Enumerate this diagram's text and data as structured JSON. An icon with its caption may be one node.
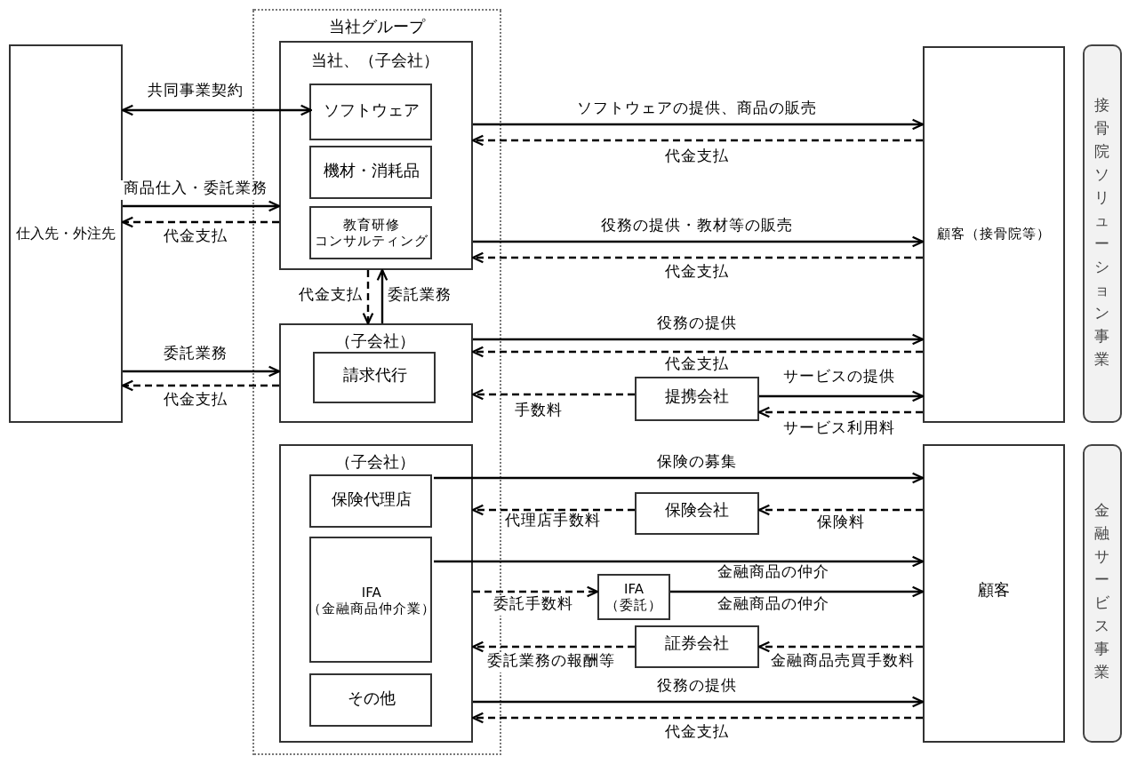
{
  "diagram": {
    "nodes": [
      {
        "text": [
          "仕入先・外注先"
        ]
      },
      {
        "text": [
          "当社グループ"
        ]
      },
      {
        "text": [
          "当社、（子会社）"
        ],
        "in": 1
      },
      {
        "text": [
          "ソフトウェア"
        ],
        "in": 2
      },
      {
        "text": [
          "機材・消耗品"
        ],
        "in": 2
      },
      {
        "text": [
          "教育研修コンサルティング"
        ],
        "in": 2
      },
      {
        "text": [
          "（子会社）"
        ],
        "in": 1
      },
      {
        "text": [
          "請求代行"
        ],
        "in": 6
      },
      {
        "text": [
          "（子会社）"
        ],
        "in": 1
      },
      {
        "text": [
          "保険代理店"
        ],
        "in": 8
      },
      {
        "text": [
          "IFA（金融商品仲介業）"
        ],
        "in": 8
      },
      {
        "text": [
          "その他"
        ],
        "in": 8
      },
      {
        "text": [
          "顧客（接骨院等）"
        ]
      },
      {
        "text": [
          "提携会社"
        ]
      },
      {
        "text": [
          "顧客"
        ]
      },
      {
        "text": [
          "保険会社"
        ]
      },
      {
        "text": [
          "IFA（委託）"
        ]
      },
      {
        "text": [
          "証券会社"
        ]
      },
      {
        "text": [
          "接骨院ソリューション事業"
        ]
      },
      {
        "text": [
          "金融サービス事業"
        ]
      }
    ],
    "edges": [
      {
        "from": 0,
        "to": 3,
        "arrow": "both",
        "label": "共同事業契約"
      },
      {
        "from": 0,
        "to": 2,
        "arrow": "to",
        "label": "商品仕入・委託業務"
      },
      {
        "from": 2,
        "to": 0,
        "arrow": "to",
        "style": "dashed",
        "label": "代金支払"
      },
      {
        "from": 2,
        "to": 12,
        "arrow": "to",
        "label": "ソフトウェアの提供、商品の販売"
      },
      {
        "from": 12,
        "to": 2,
        "arrow": "to",
        "style": "dashed",
        "label": "代金支払"
      },
      {
        "from": 2,
        "to": 12,
        "arrow": "to",
        "label": "役務の提供・教材等の販売"
      },
      {
        "from": 12,
        "to": 2,
        "arrow": "to",
        "style": "dashed",
        "label": "代金支払"
      },
      {
        "from": 2,
        "to": 6,
        "arrow": "to",
        "style": "dashed",
        "label": "代金支払"
      },
      {
        "from": 6,
        "to": 2,
        "arrow": "to",
        "label": "委託業務"
      },
      {
        "from": 0,
        "to": 6,
        "arrow": "to",
        "label": "委託業務"
      },
      {
        "from": 6,
        "to": 0,
        "arrow": "to",
        "style": "dashed",
        "label": "代金支払"
      },
      {
        "from": 6,
        "to": 12,
        "arrow": "to",
        "label": "役務の提供"
      },
      {
        "from": 12,
        "to": 6,
        "arrow": "to",
        "style": "dashed",
        "label": "代金支払"
      },
      {
        "from": 13,
        "to": 6,
        "arrow": "to",
        "style": "dashed",
        "label": "手数料"
      },
      {
        "from": 13,
        "to": 12,
        "arrow": "to",
        "label": "サービスの提供"
      },
      {
        "from": 12,
        "to": 13,
        "arrow": "to",
        "style": "dashed",
        "label": "サービス利用料"
      },
      {
        "from": 9,
        "to": 14,
        "arrow": "to",
        "label": "保険の募集"
      },
      {
        "from": 15,
        "to": 8,
        "arrow": "to",
        "style": "dashed",
        "label": "代理店手数料"
      },
      {
        "from": 14,
        "to": 15,
        "arrow": "to",
        "style": "dashed",
        "label": "保険料"
      },
      {
        "from": 10,
        "to": 14,
        "arrow": "to",
        "label": "金融商品の仲介"
      },
      {
        "from": 8,
        "to": 16,
        "arrow": "to",
        "style": "dashed",
        "label": "委託手数料"
      },
      {
        "from": 16,
        "to": 14,
        "arrow": "to",
        "label": "金融商品の仲介"
      },
      {
        "from": 17,
        "to": 8,
        "arrow": "to",
        "style": "dashed",
        "label": "委託業務の報酬等"
      },
      {
        "from": 14,
        "to": 17,
        "arrow": "to",
        "style": "dashed",
        "label": "金融商品売買手数料"
      },
      {
        "from": 8,
        "to": 14,
        "arrow": "to",
        "label": "役務の提供"
      },
      {
        "from": 14,
        "to": 8,
        "arrow": "to",
        "style": "dashed",
        "label": "代金支払"
      }
    ]
  }
}
